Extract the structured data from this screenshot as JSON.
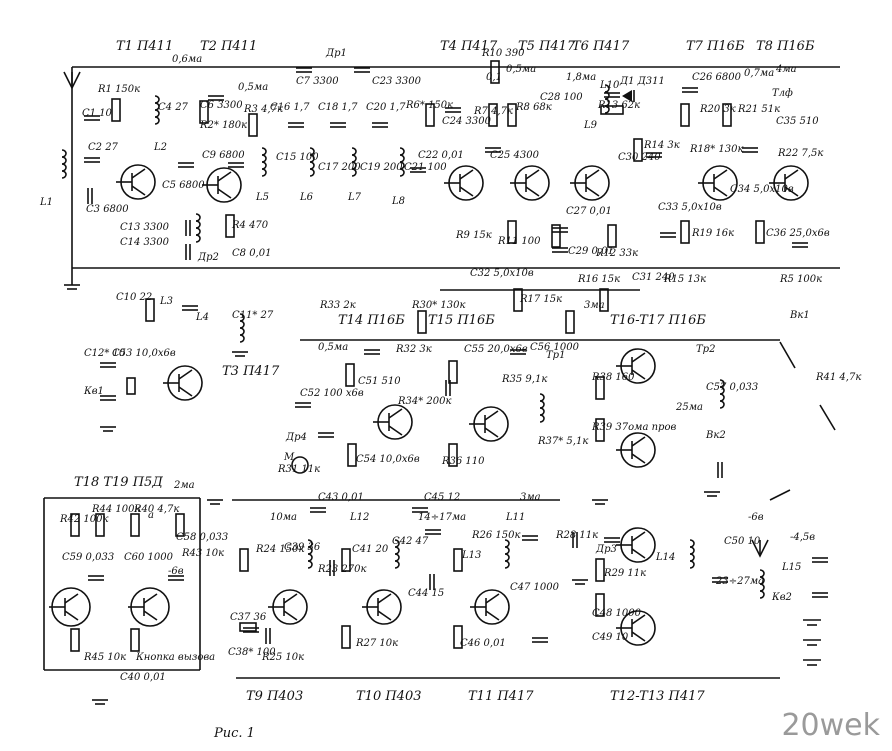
{
  "figure": {
    "caption": "Рис. 1",
    "watermark": "20wek",
    "transistor_labels": [
      {
        "name": "T1 П411"
      },
      {
        "name": "T2 П411"
      },
      {
        "name": "T3 П417"
      },
      {
        "name": "T4 П417"
      },
      {
        "name": "T5 П417"
      },
      {
        "name": "T6 П417"
      },
      {
        "name": "T7 П16Б"
      },
      {
        "name": "T8 П16Б"
      },
      {
        "name": "T14 П16Б"
      },
      {
        "name": "T15 П16Б"
      },
      {
        "name": "T16-T17 П16Б"
      },
      {
        "name": "T18 T19 П5Д"
      },
      {
        "name": "T9 П403"
      },
      {
        "name": "T10 П403"
      },
      {
        "name": "T11 П417"
      },
      {
        "name": "T12-T13 П417"
      }
    ],
    "component_labels": [
      {
        "text": "R1 150к"
      },
      {
        "text": "C1 10"
      },
      {
        "text": "C2 27"
      },
      {
        "text": "L1"
      },
      {
        "text": "C3 6800"
      },
      {
        "text": "C4 27"
      },
      {
        "text": "L2"
      },
      {
        "text": "C5 6800"
      },
      {
        "text": "0,6ма"
      },
      {
        "text": "C6 3300"
      },
      {
        "text": "R2* 180к"
      },
      {
        "text": "0,5ма"
      },
      {
        "text": "R3 4,7к"
      },
      {
        "text": "C9 6800"
      },
      {
        "text": "C13 3300"
      },
      {
        "text": "C14 3300"
      },
      {
        "text": "R4 470"
      },
      {
        "text": "C8 0,01"
      },
      {
        "text": "Др2"
      },
      {
        "text": "Др1"
      },
      {
        "text": "C7 3300"
      },
      {
        "text": "C23 3300"
      },
      {
        "text": "C16 1,7"
      },
      {
        "text": "C18 1,7"
      },
      {
        "text": "C20 1,7"
      },
      {
        "text": "C15 100"
      },
      {
        "text": "C17 200"
      },
      {
        "text": "C19 200"
      },
      {
        "text": "C21 100"
      },
      {
        "text": "L5"
      },
      {
        "text": "L6"
      },
      {
        "text": "L7"
      },
      {
        "text": "L8"
      },
      {
        "text": "R6* 150к"
      },
      {
        "text": "C22 0,01"
      },
      {
        "text": "C24 3300"
      },
      {
        "text": "R10 390"
      },
      {
        "text": "0,1"
      },
      {
        "text": "0,5ма"
      },
      {
        "text": "R7 4,7к"
      },
      {
        "text": "R8 68к"
      },
      {
        "text": "C25 4300"
      },
      {
        "text": "R9 15к"
      },
      {
        "text": "R11 100"
      },
      {
        "text": "C27 0,01"
      },
      {
        "text": "C29 0,01"
      },
      {
        "text": "R12 33к"
      },
      {
        "text": "1,8ма"
      },
      {
        "text": "C28 100"
      },
      {
        "text": "L9"
      },
      {
        "text": "L10"
      },
      {
        "text": "Д1 Д311"
      },
      {
        "text": "R13 62к"
      },
      {
        "text": "C30 240"
      },
      {
        "text": "R14 3к"
      },
      {
        "text": "C31 240"
      },
      {
        "text": "R15 13к"
      },
      {
        "text": "C32 5,0x10в"
      },
      {
        "text": "R16 15к"
      },
      {
        "text": "R17 15к"
      },
      {
        "text": "C26 6800"
      },
      {
        "text": "0,7ма"
      },
      {
        "text": "R20 3к"
      },
      {
        "text": "R21 51к"
      },
      {
        "text": "R18* 130к"
      },
      {
        "text": "C33 5,0x10в"
      },
      {
        "text": "R19 16к"
      },
      {
        "text": "C34 5,0x10в"
      },
      {
        "text": "4ма"
      },
      {
        "text": "Тлф"
      },
      {
        "text": "C35 510"
      },
      {
        "text": "R22 7,5к"
      },
      {
        "text": "C36 25,0x6в"
      },
      {
        "text": "R5 100к"
      },
      {
        "text": "C10 22"
      },
      {
        "text": "L3"
      },
      {
        "text": "L4"
      },
      {
        "text": "C11* 27"
      },
      {
        "text": "C12* 10"
      },
      {
        "text": "Кв1"
      },
      {
        "text": "C53 10,0x6в"
      },
      {
        "text": "R33 2к"
      },
      {
        "text": "R30* 130к"
      },
      {
        "text": "0,5ма"
      },
      {
        "text": "R32 3к"
      },
      {
        "text": "C51 510"
      },
      {
        "text": "C52 100 x6в"
      },
      {
        "text": "Др4"
      },
      {
        "text": "М"
      },
      {
        "text": "R31 11к"
      },
      {
        "text": "C54 10,0x6в"
      },
      {
        "text": "R34* 200к"
      },
      {
        "text": "C55 20,0x6в"
      },
      {
        "text": "C56 1000"
      },
      {
        "text": "R35 9,1к"
      },
      {
        "text": "R36 110"
      },
      {
        "text": "3ма"
      },
      {
        "text": "Тр1"
      },
      {
        "text": "R37* 5,1к"
      },
      {
        "text": "R38 160"
      },
      {
        "text": "R39 37ома пров"
      },
      {
        "text": "25ма"
      },
      {
        "text": "Тр2"
      },
      {
        "text": "C57 0,033"
      },
      {
        "text": "Вк2"
      },
      {
        "text": "Вк1"
      },
      {
        "text": "R41 4,7к"
      },
      {
        "text": "R42 100к"
      },
      {
        "text": "R44 100к"
      },
      {
        "text": "R40 4,7к"
      },
      {
        "text": "C58 0,033"
      },
      {
        "text": "C59 0,033"
      },
      {
        "text": "C60 1000"
      },
      {
        "text": "-6в"
      },
      {
        "text": "2ма"
      },
      {
        "text": "a"
      },
      {
        "text": "R43 10к"
      },
      {
        "text": "R45 10к"
      },
      {
        "text": "Кнопка вызова"
      },
      {
        "text": "C40 0,01"
      },
      {
        "text": "C43 0,01"
      },
      {
        "text": "C45 12"
      },
      {
        "text": "3ма"
      },
      {
        "text": "10ма"
      },
      {
        "text": "L12"
      },
      {
        "text": "14÷17ма"
      },
      {
        "text": "L11"
      },
      {
        "text": "C39 36"
      },
      {
        "text": "R23 270к"
      },
      {
        "text": "R24 150к"
      },
      {
        "text": "C41 20"
      },
      {
        "text": "C42 47"
      },
      {
        "text": "C44 15"
      },
      {
        "text": "R26 150к"
      },
      {
        "text": "L13"
      },
      {
        "text": "C47 1000"
      },
      {
        "text": "R28 11к"
      },
      {
        "text": "Др3"
      },
      {
        "text": "R29 11к"
      },
      {
        "text": "C48 1000"
      },
      {
        "text": "C49 10"
      },
      {
        "text": "L14"
      },
      {
        "text": "C50 10"
      },
      {
        "text": "23÷27ма"
      },
      {
        "text": "-6в"
      },
      {
        "text": "-4,5в"
      },
      {
        "text": "L15"
      },
      {
        "text": "Кв2"
      },
      {
        "text": "C37 36"
      },
      {
        "text": "C38* 100"
      },
      {
        "text": "R25 10к"
      },
      {
        "text": "R27 10к"
      },
      {
        "text": "C46 0,01"
      }
    ]
  }
}
